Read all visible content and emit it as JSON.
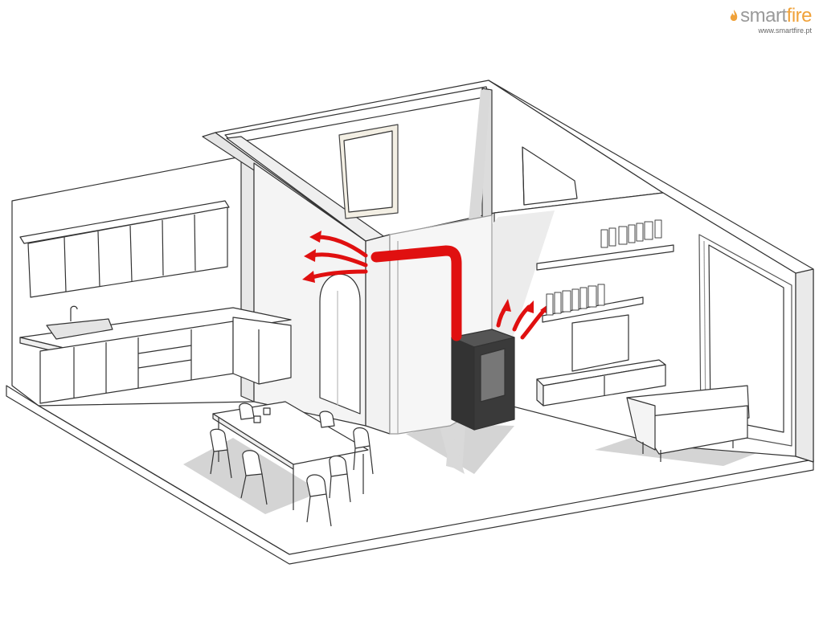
{
  "brand": {
    "name_part1": "smart",
    "name_part2": "fire",
    "url": "www.smartfire.pt",
    "color_text": "#9a9a9a",
    "color_accent": "#f0a23a"
  },
  "colors": {
    "walls": "#ffffff",
    "wall_shadow": "#d8d8d8",
    "floor_shadow": "#d0d0d0",
    "outline": "#333333",
    "stove": "#3a3a3a",
    "heat_duct": "#e01010"
  },
  "icons": [
    "flame-icon"
  ]
}
